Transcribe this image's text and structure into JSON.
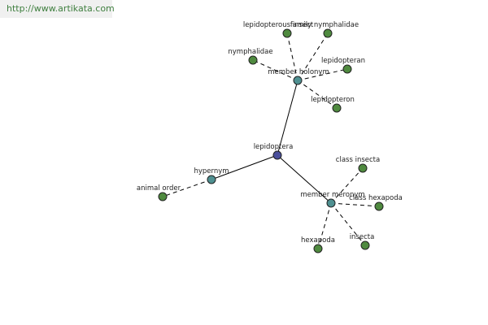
{
  "header": {
    "url": "http://www.artikata.com"
  },
  "colors": {
    "root_node": "#4a4f9c",
    "relation_node": "#4f9091",
    "leaf_node": "#4f8a3f",
    "url_text": "#3f7f3f"
  },
  "graph": {
    "nodes": [
      {
        "id": "lepidoptera",
        "label": "lepidoptera",
        "kind": "root"
      },
      {
        "id": "member-holonym",
        "label": "member holonym",
        "kind": "relation"
      },
      {
        "id": "hypernym",
        "label": "hypernym",
        "kind": "relation"
      },
      {
        "id": "member-meronym",
        "label": "member meronym",
        "kind": "relation"
      },
      {
        "id": "lepidopterous-insect",
        "label": "lepidopterous insect",
        "kind": "leaf"
      },
      {
        "id": "family-nymphalidae",
        "label": "family nymphalidae",
        "kind": "leaf"
      },
      {
        "id": "nymphalidae",
        "label": "nymphalidae",
        "kind": "leaf"
      },
      {
        "id": "lepidopteran",
        "label": "lepidopteran",
        "kind": "leaf"
      },
      {
        "id": "lepidopteron",
        "label": "lepidopteron",
        "kind": "leaf"
      },
      {
        "id": "animal-order",
        "label": "animal order",
        "kind": "leaf"
      },
      {
        "id": "class-insecta",
        "label": "class insecta",
        "kind": "leaf"
      },
      {
        "id": "class-hexapoda",
        "label": "class hexapoda",
        "kind": "leaf"
      },
      {
        "id": "hexapoda",
        "label": "hexapoda",
        "kind": "leaf"
      },
      {
        "id": "insecta",
        "label": "insecta",
        "kind": "leaf"
      }
    ],
    "edges": [
      {
        "from": "lepidoptera",
        "to": "member-holonym",
        "style": "solid"
      },
      {
        "from": "lepidoptera",
        "to": "hypernym",
        "style": "solid"
      },
      {
        "from": "lepidoptera",
        "to": "member-meronym",
        "style": "solid"
      },
      {
        "from": "member-holonym",
        "to": "lepidopterous-insect",
        "style": "dashed"
      },
      {
        "from": "member-holonym",
        "to": "family-nymphalidae",
        "style": "dashed"
      },
      {
        "from": "member-holonym",
        "to": "nymphalidae",
        "style": "dashed"
      },
      {
        "from": "member-holonym",
        "to": "lepidopteran",
        "style": "dashed"
      },
      {
        "from": "member-holonym",
        "to": "lepidopteron",
        "style": "dashed"
      },
      {
        "from": "hypernym",
        "to": "animal-order",
        "style": "dashed"
      },
      {
        "from": "member-meronym",
        "to": "class-insecta",
        "style": "dashed"
      },
      {
        "from": "member-meronym",
        "to": "class-hexapoda",
        "style": "dashed"
      },
      {
        "from": "member-meronym",
        "to": "hexapoda",
        "style": "dashed"
      },
      {
        "from": "member-meronym",
        "to": "insecta",
        "style": "dashed"
      }
    ]
  }
}
